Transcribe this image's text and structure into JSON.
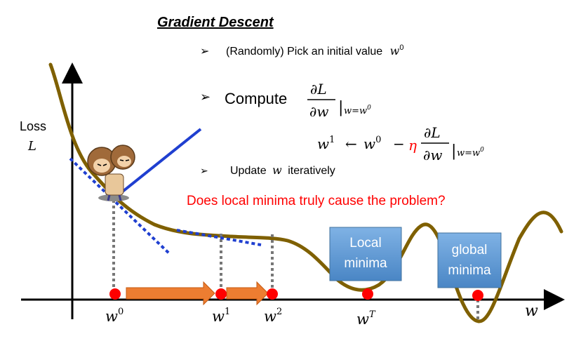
{
  "title": "Gradient Descent",
  "bullets": {
    "pick": "(Randomly) Pick an initial value",
    "pick_var": "w",
    "pick_sup": "0",
    "compute": "Compute",
    "update": "Update",
    "update_var": "w",
    "update_tail": "iteratively"
  },
  "math": {
    "partial_num": "∂L",
    "partial_den": "∂w",
    "eval_at": "|",
    "eval_cond": "w=w",
    "eval_sup": "0",
    "w": "w",
    "sup1": "1",
    "sup0": "0",
    "arrow": "←",
    "minus": "−",
    "eta": "η"
  },
  "axis": {
    "ylabel_line1": "Loss",
    "ylabel_line2": "L",
    "xlabel": "w",
    "ticks": [
      {
        "var": "w",
        "sup": "0"
      },
      {
        "var": "w",
        "sup": "1"
      },
      {
        "var": "w",
        "sup": "2"
      },
      {
        "var": "w",
        "sup": "T"
      }
    ]
  },
  "question": "Does local minima truly cause the problem?",
  "boxes": {
    "local_line1": "Local",
    "local_line2": "minima",
    "global_line1": "global",
    "global_line2": "minima"
  },
  "colors": {
    "curve": "#7f6000",
    "tangent": "#1f3fd0",
    "point": "#ff0000",
    "step_arrow": "#ed7d31",
    "question": "#ff0000",
    "box": "#5b9bd5",
    "eta": "#ff0000"
  }
}
